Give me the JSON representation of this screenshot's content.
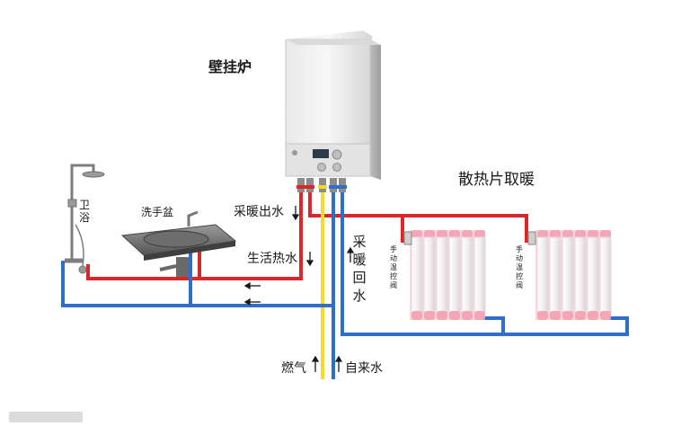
{
  "labels": {
    "boiler": "壁挂炉",
    "radiators": "散热片取暖",
    "shower": "卫浴",
    "basin": "洗手盆",
    "heating_supply": "采暖出水",
    "domestic_hot_water": "生活热水",
    "heating_return": "采暖回水",
    "gas": "燃气",
    "tap_water": "自来水",
    "manual_valve_1": "手动温控阀",
    "manual_valve_2": "手动温控阀"
  },
  "colors": {
    "hot_pipe": "#d8282a",
    "cold_pipe": "#2f6fc9",
    "gas_pipe": "#f2dc2a",
    "radiator_top": "#f4a6b7",
    "radiator_body": "#f1eef0"
  },
  "icons": {
    "arrow_down": "arrow-down-icon",
    "arrow_up": "arrow-up-icon",
    "arrow_left": "arrow-left-icon"
  }
}
